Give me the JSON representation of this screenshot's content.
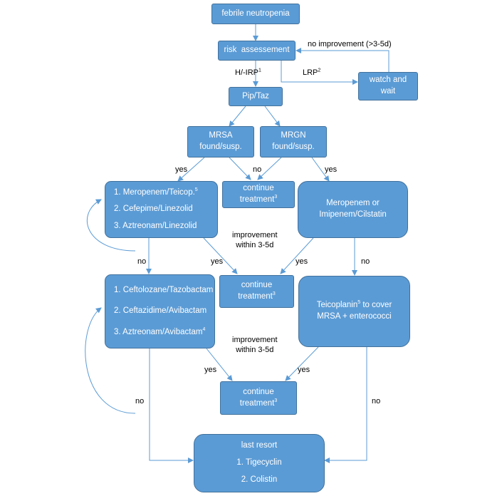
{
  "nodes": {
    "febrile": "febrile neutropenia",
    "risk": "risk  assessement",
    "watch": [
      "watch and",
      "wait"
    ],
    "piptaz": "Pip/Taz",
    "mrsa": [
      "MRSA",
      "found/susp."
    ],
    "mrgn": [
      "MRGN",
      "found/susp."
    ],
    "continue_text": "continue",
    "treatment_text": "treatment",
    "fn3": "3",
    "fn4": "4",
    "fn5": "5",
    "mrsa_regimen": [
      "1. Meropenem/Teicop.",
      "2. Cefepime/Linezolid",
      "3. Aztreonam/Linezolid"
    ],
    "mrgn_regimen": [
      "Meropenem or",
      "Imipenem/Cilstatin"
    ],
    "second_line": [
      "1. Ceftolozane/Tazobactam",
      "2. Ceftazidime/Avibactam",
      "3. Aztreonam/Avibactam"
    ],
    "teicoplanin": [
      "Teicoplanin",
      " to cover",
      "MRSA + enterococci"
    ],
    "last_resort_title": "last resort",
    "last_resort": [
      "1. Tigecyclin",
      "2. Colistin"
    ]
  },
  "labels": {
    "no_improvement": "no improvement (>3-5d)",
    "hirp": "H/-IRP",
    "hirp_sup": "1",
    "lrp": "LRP",
    "lrp_sup": "2",
    "yes": "yes",
    "no": "no",
    "improvement_line1": "improvement",
    "improvement_line2": "within 3-5d"
  },
  "colors": {
    "box_fill": "#5b9bd5",
    "box_border": "#41719c",
    "arrow": "#5b9bd5"
  }
}
